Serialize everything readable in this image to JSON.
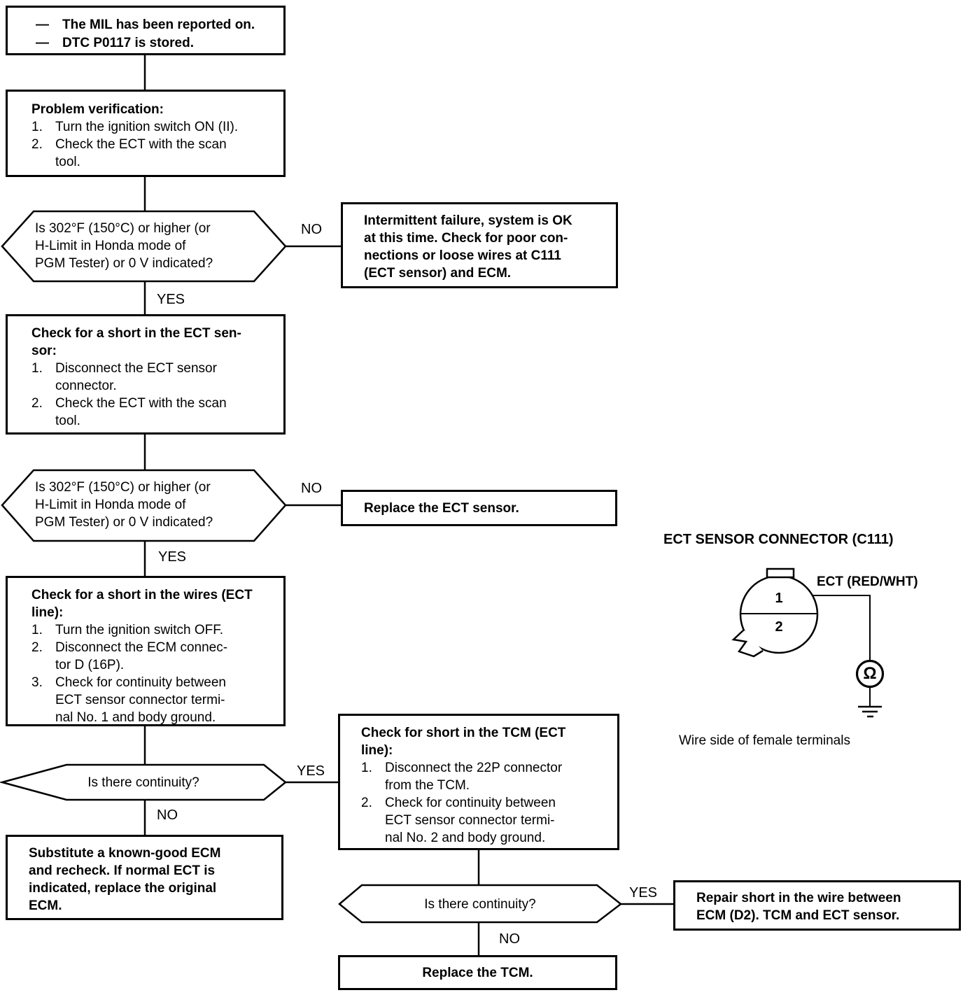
{
  "labels": {
    "yes": "YES",
    "no": "NO"
  },
  "nodes": {
    "start": {
      "bullet": "—",
      "items": [
        "The MIL has been reported on.",
        "DTC P0117 is stored."
      ]
    },
    "problem": {
      "title": "Problem verification:",
      "items": [
        {
          "n": "1.",
          "t": "Turn the ignition switch ON (II)."
        },
        {
          "n": "2.",
          "t": "Check the ECT with the scan\ntool."
        }
      ]
    },
    "q_temp": "Is 302°F (150°C) or higher (or\nH-Limit in Honda mode of\nPGM Tester) or 0 V indicated?",
    "intermittent": "Intermittent failure, system is OK\nat this time. Check for poor con-\nnections or loose wires at C111\n(ECT sensor) and ECM.",
    "ect_short": {
      "title": "Check for a short in the ECT sen-\nsor:",
      "items": [
        {
          "n": "1.",
          "t": "Disconnect the ECT sensor\nconnector."
        },
        {
          "n": "2.",
          "t": "Check the ECT with the scan\ntool."
        }
      ]
    },
    "replace_ect": "Replace the ECT sensor.",
    "wires": {
      "title": "Check for a short in the wires (ECT\nline):",
      "items": [
        {
          "n": "1.",
          "t": "Turn the ignition switch OFF."
        },
        {
          "n": "2.",
          "t": "Disconnect the ECM connec-\ntor D (16P)."
        },
        {
          "n": "3.",
          "t": "Check for continuity between\nECT sensor connector termi-\nnal No. 1 and body ground."
        }
      ]
    },
    "q_continuity": "Is there continuity?",
    "ecm_sub": "Substitute a known-good ECM\nand recheck. If normal ECT is\nindicated, replace the original\nECM.",
    "tcm_short": {
      "title": "Check for short in the TCM (ECT\nline):",
      "items": [
        {
          "n": "1.",
          "t": "Disconnect the 22P connector\nfrom the TCM."
        },
        {
          "n": "2.",
          "t": "Check for continuity between\nECT sensor connector termi-\nnal No. 2 and body ground."
        }
      ]
    },
    "repair": "Repair short in the wire between\nECM (D2). TCM and ECT sensor.",
    "replace_tcm": "Replace the TCM."
  },
  "connector": {
    "title": "ECT SENSOR CONNECTOR (C111)",
    "terminal1": "1",
    "terminal2": "2",
    "wire_label": "ECT (RED/WHT)",
    "ohm_symbol": "Ω",
    "caption": "Wire side of female terminals"
  },
  "colors": {
    "line": "#000000",
    "background": "#ffffff"
  }
}
